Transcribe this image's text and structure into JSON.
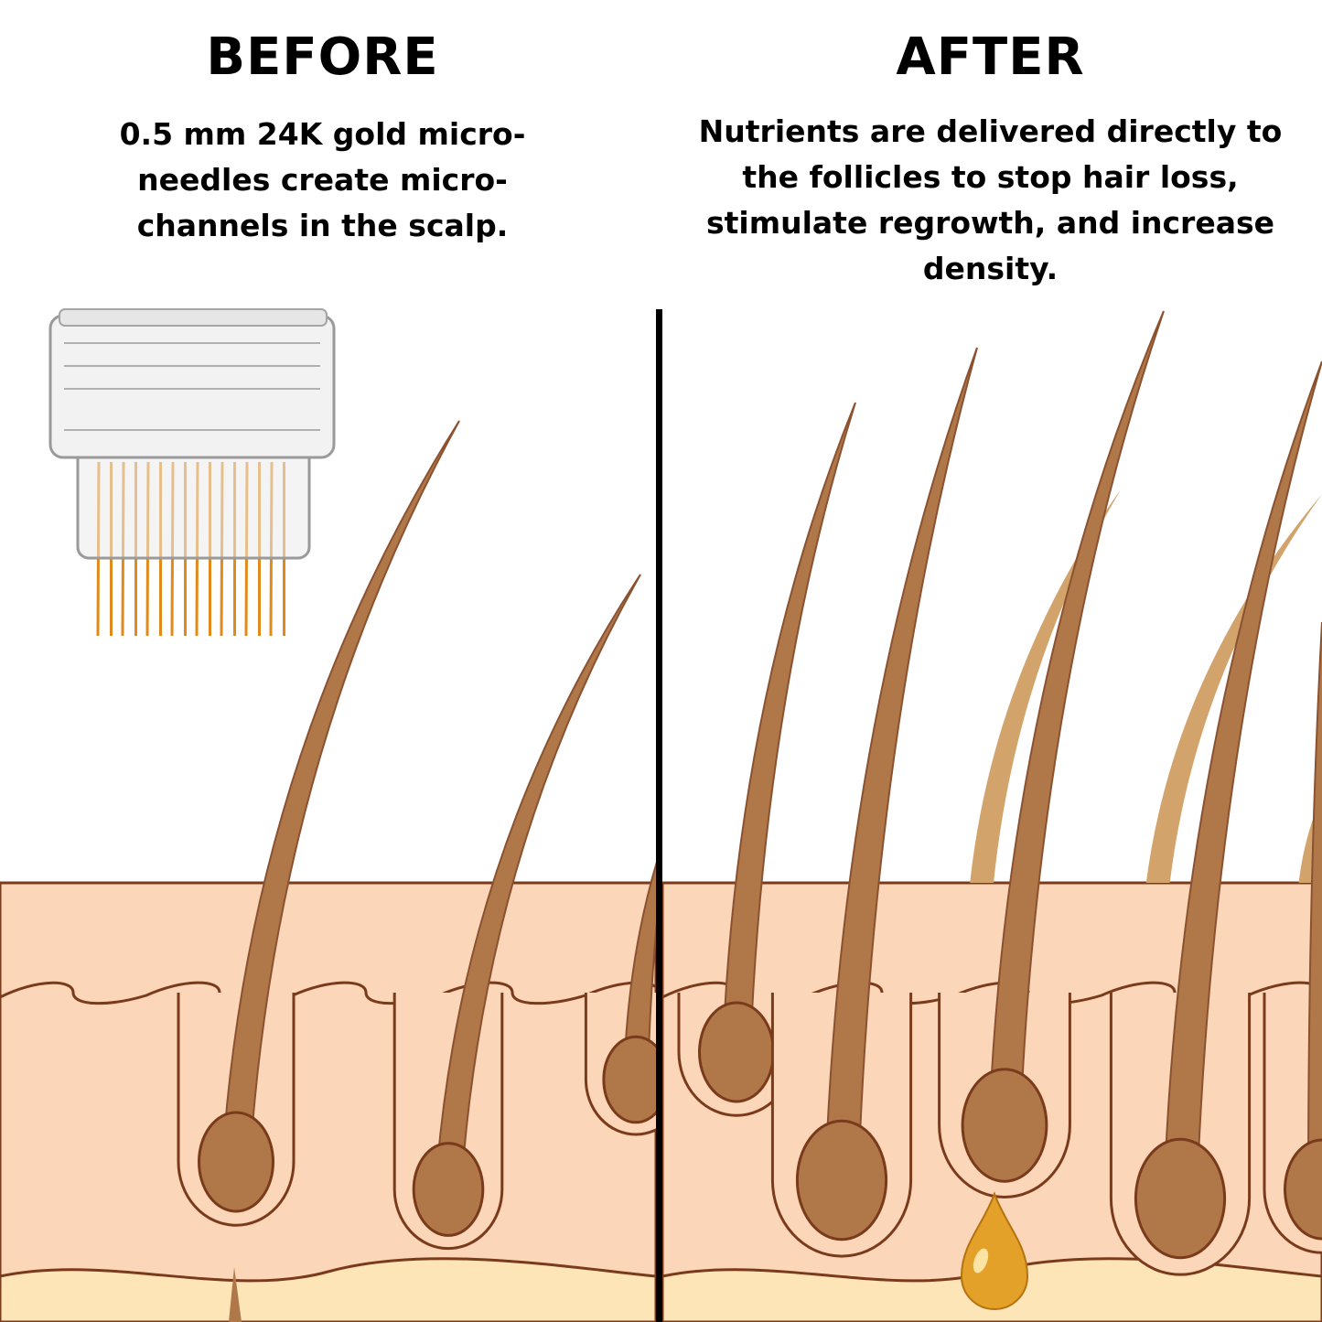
{
  "before": {
    "heading": "BEFORE",
    "lines": [
      "0.5 mm 24K gold micro-",
      "needles create micro-",
      "channels in the scalp."
    ]
  },
  "after": {
    "heading": "AFTER",
    "lines": [
      "Nutrients are delivered directly to",
      "the follicles to stop hair loss,",
      "stimulate regrowth, and increase",
      "density."
    ]
  },
  "colors": {
    "skin": "#fcd6b8",
    "fat": "#fde5b8",
    "outline": "#7a3b1c",
    "hair": "#b07848",
    "hair_light": "#d2a46c",
    "needle": "#e08a1c",
    "droplet": "#e3a12a"
  }
}
